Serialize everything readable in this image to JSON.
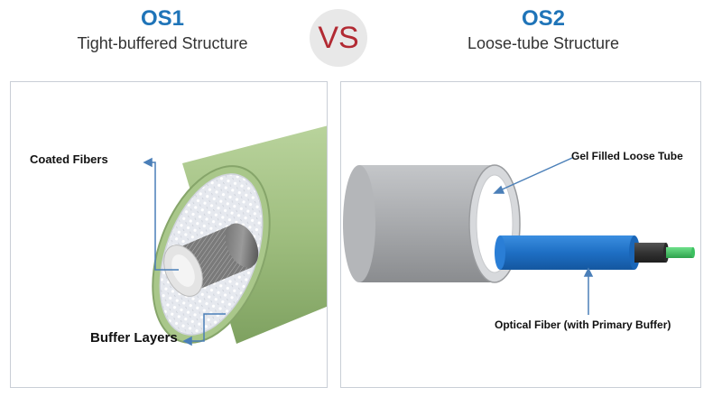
{
  "os1": {
    "code": "OS1",
    "subtitle": "Tight-buffered Structure"
  },
  "vs": "VS",
  "os2": {
    "code": "OS2",
    "subtitle": "Loose-tube Structure"
  },
  "left_diagram": {
    "coated_fibers_label": "Coated Fibers",
    "buffer_layers_label": "Buffer Layers"
  },
  "right_diagram": {
    "gel_tube_label": "Gel Filled Loose Tube",
    "optical_fiber_label": "Optical Fiber (with Primary Buffer)"
  },
  "colors": {
    "accent_blue": "#1f74b8",
    "vs_red": "#b22a33",
    "jacket_green": "#9fbe7f",
    "tube_gray": "#a8aaad",
    "fiber_blue": "#1e6fc4",
    "core_green": "#3cc060",
    "leader_blue": "#4a7fb8"
  }
}
